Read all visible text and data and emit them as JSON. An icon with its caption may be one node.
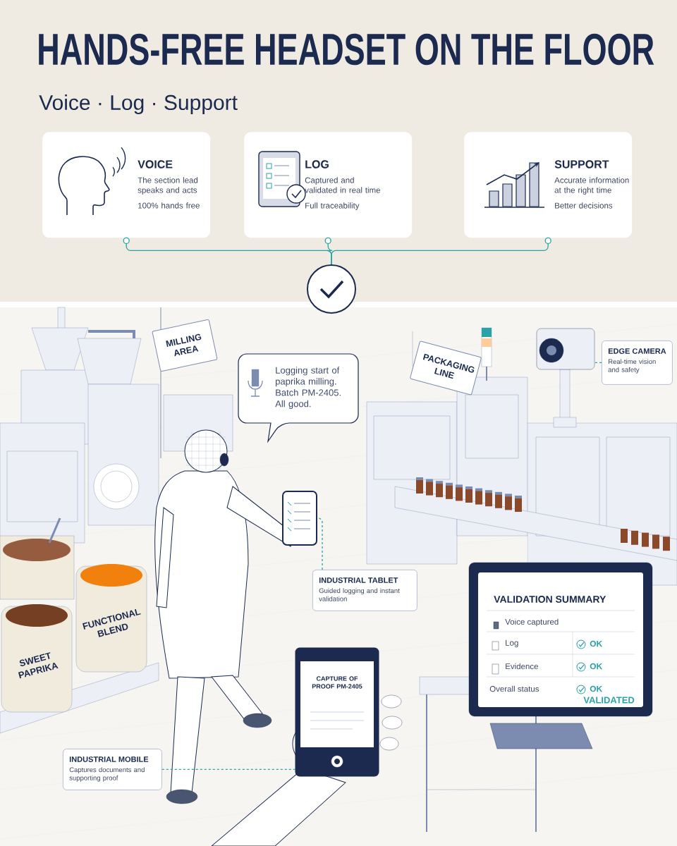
{
  "diagram": {
    "title": "HANDS-FREE HEADSET ON THE FLOOR",
    "nodes": [
      {
        "text": [
          "VOICE",
          "The section lead speaks and acts",
          "100% hands free"
        ]
      },
      {
        "text": [
          "LOG",
          "Captured and validated in real time",
          "Full traceability"
        ]
      },
      {
        "text": [
          "SUPPORT",
          "Accurate information at the right time",
          "Better decisions"
        ]
      },
      {
        "text": [],
        "shape": "circle"
      },
      {
        "text": [
          "MILLING AREA"
        ]
      },
      {
        "text": [
          "Logging start of paprika milling. Batch PM-2405. All good."
        ]
      },
      {
        "text": [
          "PACKAGING LINE"
        ]
      },
      {
        "text": [],
        "shape": "picture"
      },
      {
        "text": [
          "EDGE CAMERA",
          "Real-time vision and safety"
        ]
      },
      {
        "text": [],
        "shape": "picture"
      },
      {
        "text": [
          "INDUSTRIAL TABLET",
          "Guided logging and instant validation"
        ]
      },
      {
        "text": [
          "SWEET PAPRIKA"
        ]
      },
      {
        "text": [
          "FUNCTIONAL BLEND"
        ]
      },
      {
        "text": [],
        "shape": "picture"
      },
      {
        "text": [
          "INDUSTRIAL MOBILE",
          "Captures documents and supporting proof"
        ]
      }
    ],
    "edges": [
      {
        "from": 0,
        "to": 3,
        "arrow": "none"
      },
      {
        "from": 1,
        "to": 3,
        "arrow": "none"
      },
      {
        "from": 2,
        "to": 3,
        "arrow": "none"
      },
      {
        "from": 8,
        "to": 7,
        "arrow": "none",
        "style": "dashed"
      },
      {
        "from": 10,
        "to": 9,
        "arrow": "none",
        "style": "dashed"
      },
      {
        "from": 14,
        "to": 13,
        "arrow": "none",
        "style": "dashed"
      }
    ],
    "labels": [
      "Voice · Log · Support",
      "VALIDATION SUMMARY",
      "Voice captured",
      "Log",
      "OK",
      "Evidence",
      "OK",
      "Overall status",
      "OK",
      "VALIDATED",
      "CAPTURE OF PROOF PM-2405"
    ]
  }
}
